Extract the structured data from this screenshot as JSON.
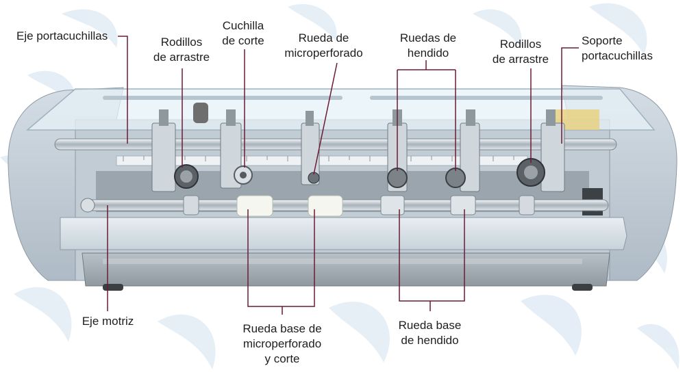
{
  "colors": {
    "leader_line": "#6b1a33",
    "label_text": "#1e1e1e",
    "machine_body": "#c9d3dc",
    "background_pattern": "#dfeaf3"
  },
  "labels": {
    "eje_portacuchillas": "Eje portacuchillas",
    "rodillos_arrastre_left": [
      "Rodillos",
      "de arrastre"
    ],
    "cuchilla_corte": [
      "Cuchilla",
      "de corte"
    ],
    "rueda_microperforado": [
      "Rueda de",
      "microperforado"
    ],
    "ruedas_hendido": [
      "Ruedas de",
      "hendido"
    ],
    "rodillos_arrastre_right": [
      "Rodillos",
      "de arrastre"
    ],
    "soporte_portacuchillas": [
      "Soporte",
      "portacuchillas"
    ],
    "eje_motriz": "Eje motriz",
    "rueda_base_microperforado": [
      "Rueda base de",
      "microperforado",
      "y corte"
    ],
    "rueda_base_hendido": [
      "Rueda base",
      "de hendido"
    ]
  }
}
